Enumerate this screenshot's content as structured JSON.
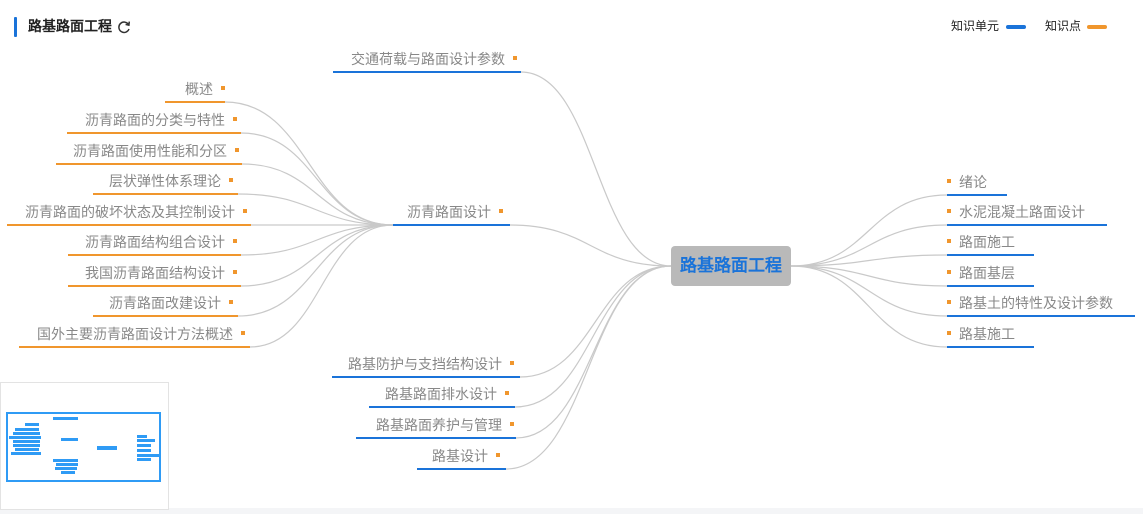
{
  "title": "路基路面工程",
  "legend": {
    "unit_label": "知识单元",
    "point_label": "知识点"
  },
  "colors": {
    "unit": "#1a73d9",
    "point": "#f0962d",
    "accent": "#1a73d9",
    "edge": "#c9c9c9"
  },
  "icons": {
    "refresh": "refresh-icon"
  },
  "root": "路基路面工程",
  "left_units": [
    "交通荷载与路面设计参数",
    "沥青路面设计",
    "路基防护与支挡结构设计",
    "路基路面排水设计",
    "路基路面养护与管理",
    "路基设计"
  ],
  "points": [
    "概述",
    "沥青路面的分类与特性",
    "沥青路面使用性能和分区",
    "层状弹性体系理论",
    "沥青路面的破坏状态及其控制设计",
    "沥青路面结构组合设计",
    "我国沥青路面结构设计",
    "沥青路面改建设计",
    "国外主要沥青路面设计方法概述"
  ],
  "right_units": [
    "绪论",
    "水泥混凝土路面设计",
    "路面施工",
    "路面基层",
    "路基土的特性及设计参数",
    "路基施工"
  ]
}
